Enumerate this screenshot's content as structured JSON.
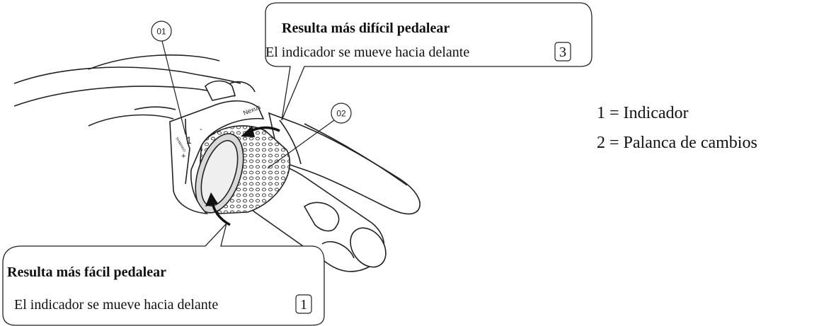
{
  "callout_top": {
    "title": "Resulta más difícil pedalear",
    "text": "El indicador se mueve hacia delante",
    "badge": "3"
  },
  "callout_bottom": {
    "title": "Resulta más fácil pedalear",
    "text": "El indicador se mueve hacia delante",
    "badge": "1"
  },
  "markers": {
    "m1": "01",
    "m2": "02"
  },
  "legend": [
    "1 = Indicador",
    "2 = Palanca de cambios"
  ],
  "shifter": {
    "brand_text": "Nexus",
    "maker_text": "SHIMANO",
    "gear_number": "1",
    "minus_sign": "-",
    "plus_sign": "+"
  }
}
